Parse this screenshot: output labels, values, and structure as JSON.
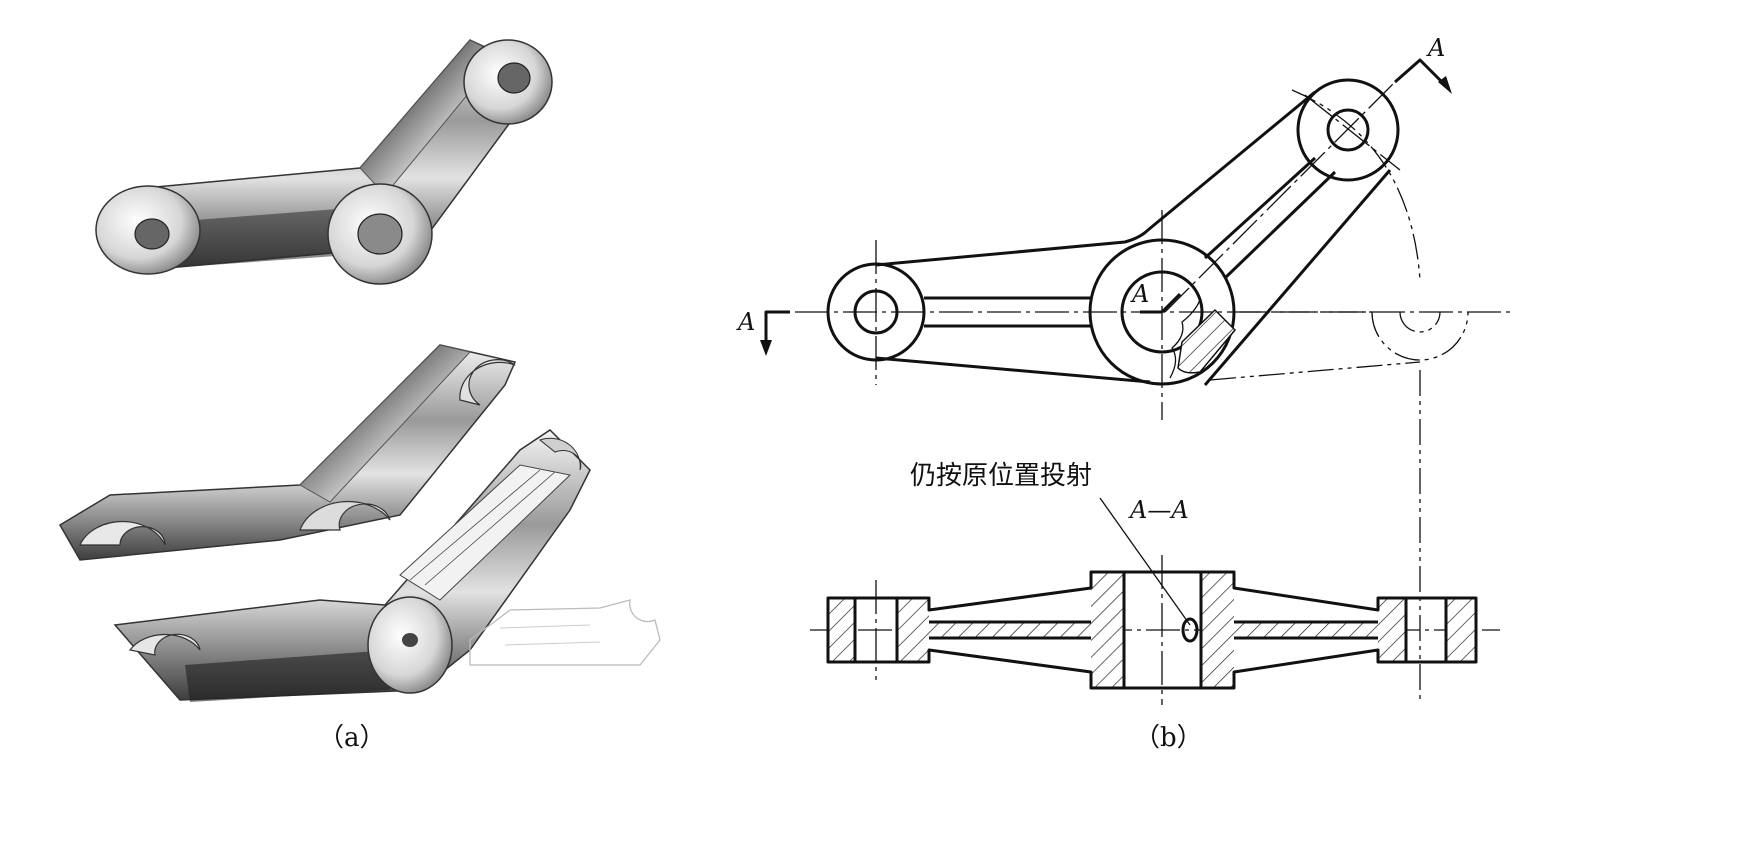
{
  "figure": {
    "caption_left": "（a）",
    "caption_right": "（b）",
    "annotation_note": "仍按原位置投射",
    "section_title": "A—A",
    "cut_label_left": "A",
    "cut_label_right": "A",
    "center_label": "A"
  }
}
